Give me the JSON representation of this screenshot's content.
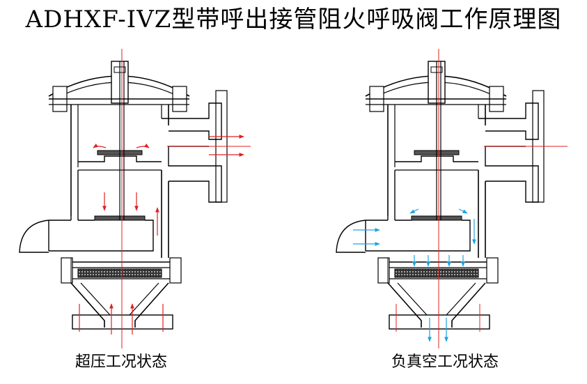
{
  "title": "ADHXF-IVZ型带呼出接管阻火呼吸阀工作原理图",
  "diagrams": [
    {
      "caption": "超压工况状态",
      "flow_color": "#e02020"
    },
    {
      "caption": "负真空工况状态",
      "flow_color": "#1aa3e0"
    }
  ],
  "colors": {
    "outline": "#000000",
    "centerline": "#e02020",
    "vacuum_flow": "#1aa3e0",
    "pressure_flow": "#e02020"
  }
}
